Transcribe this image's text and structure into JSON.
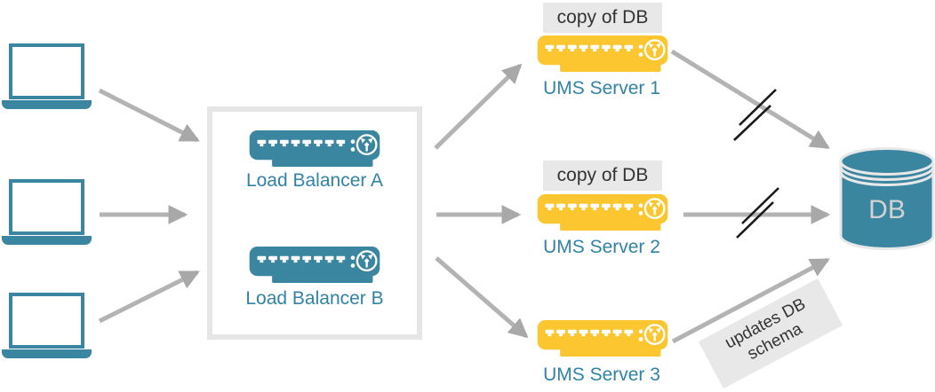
{
  "load_balancers": {
    "items": [
      {
        "label": "Load Balancer A"
      },
      {
        "label": "Load Balancer B"
      }
    ]
  },
  "ums_servers": [
    {
      "label": "UMS Server 1",
      "badge": "copy of DB"
    },
    {
      "label": "UMS Server 2",
      "badge": "copy of DB"
    },
    {
      "label": "UMS Server 3",
      "badge": ""
    }
  ],
  "database": {
    "label": "DB"
  },
  "annotation": {
    "updates_db_schema": "updates DB schema"
  },
  "clients": {
    "count": 3,
    "icon": "laptop-icon"
  },
  "icons": {
    "client": "laptop-icon",
    "load_balancer": "load-balancer-appliance-icon",
    "ums_server": "server-appliance-icon",
    "database": "database-cylinder-icon",
    "broken_link": "double-slash-marks"
  },
  "colors": {
    "teal": "#3A86A0",
    "yellow": "#FBC630",
    "label_text": "#3183A5",
    "arrow": "#B3B3B3",
    "arrowhead": "#A8A8A8",
    "slash": "#1A1A1A",
    "note_background": "#E8E8E8",
    "note_text": "#333333",
    "box_border": "#E6E6E6",
    "db_text": "#D2D2D2"
  }
}
